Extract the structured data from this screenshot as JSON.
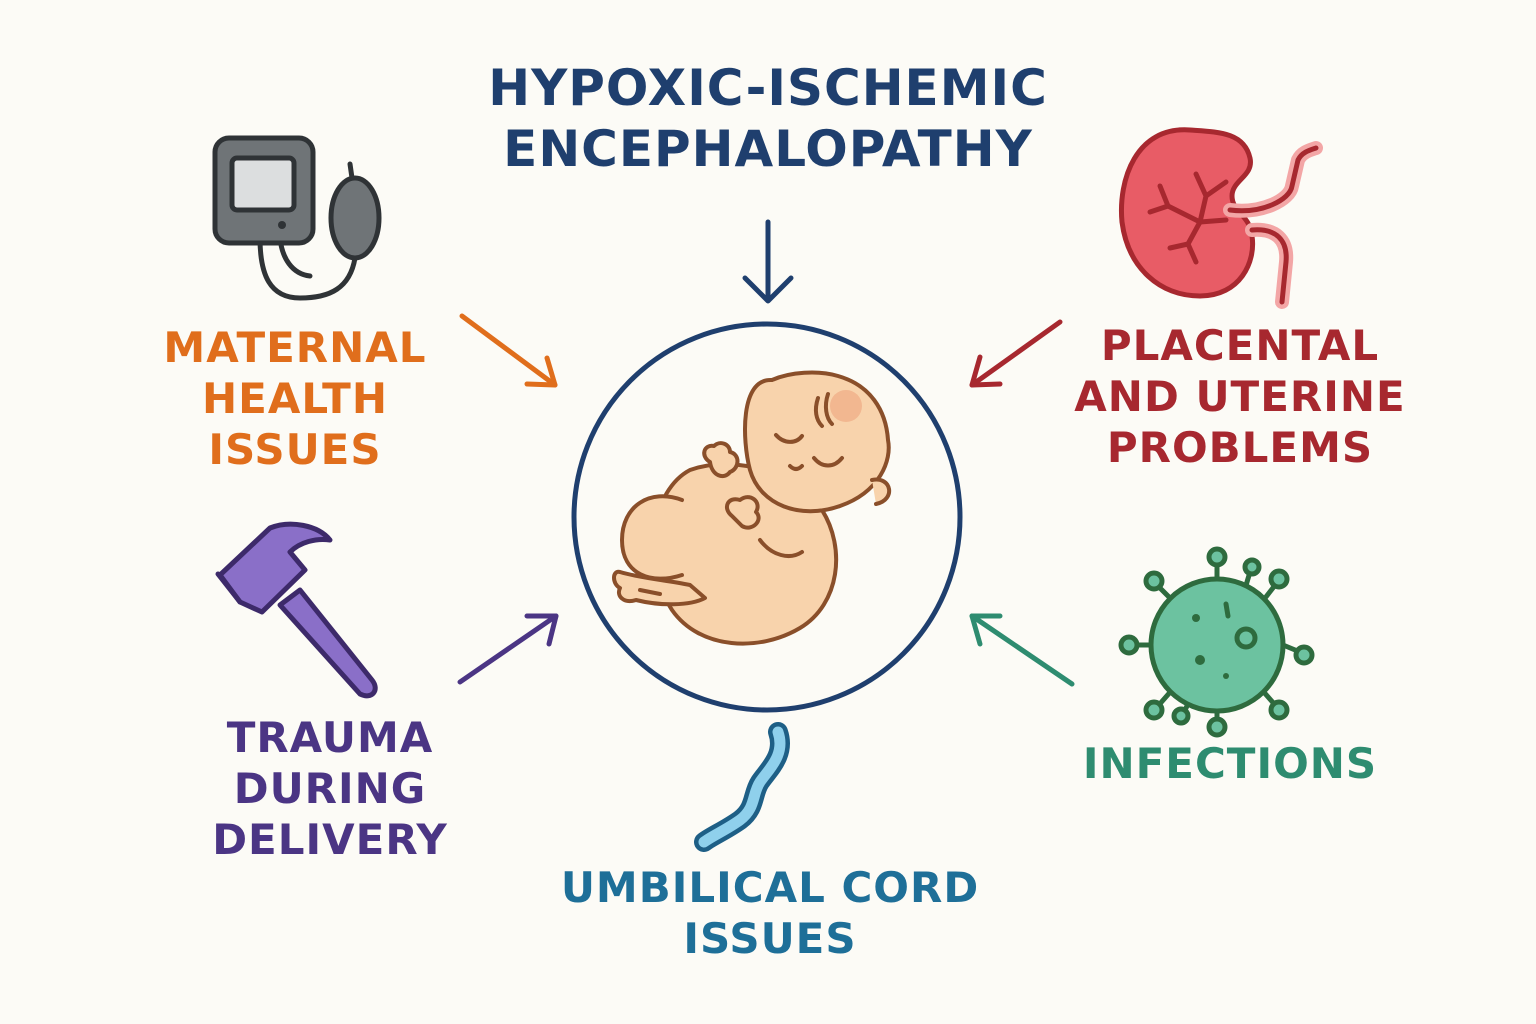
{
  "title": {
    "line1": "HYPOXIC-ISCHEMIC",
    "line2": "ENCEPHALOPATHY",
    "color": "#1f3f6e"
  },
  "center": {
    "ring_color": "#1f3f6e",
    "icon": "sleeping-baby-icon"
  },
  "causes": {
    "maternal": {
      "line1": "MATERNAL",
      "line2": "HEALTH ISSUES",
      "color": "#e06e1c",
      "icon": "blood-pressure-monitor-icon"
    },
    "placental": {
      "line1": "PLACENTAL",
      "line2": "AND UTERINE",
      "line3": "PROBLEMS",
      "color": "#a7282f",
      "icon": "placenta-icon"
    },
    "trauma": {
      "line1": "TRAUMA",
      "line2": "DURING",
      "line3": "DELIVERY",
      "color": "#4b3584",
      "icon": "hammer-icon"
    },
    "infections": {
      "line1": "INFECTIONS",
      "color": "#2e8c70",
      "icon": "virus-icon"
    },
    "cord": {
      "line1": "UMBILICAL CORD",
      "line2": "ISSUES",
      "color": "#1e6f98",
      "icon": "umbilical-cord-icon"
    }
  }
}
